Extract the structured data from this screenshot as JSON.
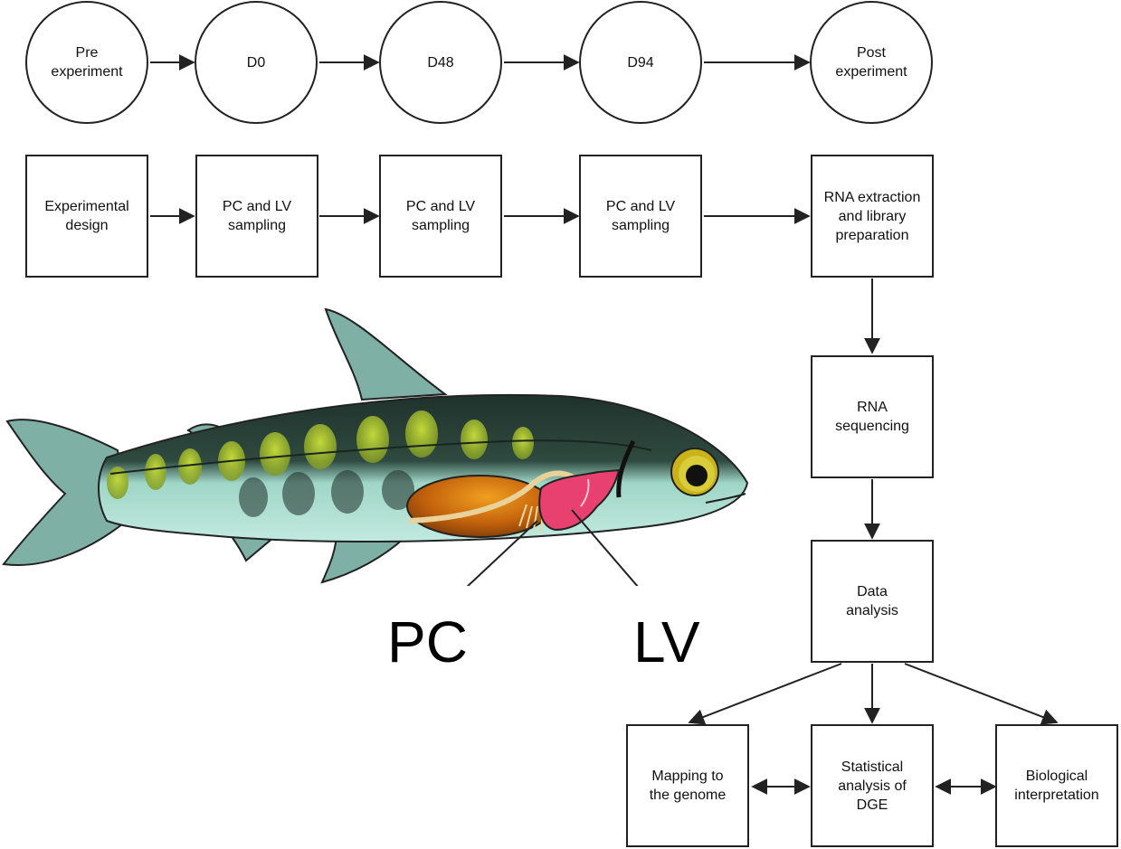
{
  "timeline": {
    "pre": "Pre\nexperiment",
    "d0": "D0",
    "d48": "D48",
    "d94": "D94",
    "post": "Post\nexperiment"
  },
  "steps": {
    "design": "Experimental\ndesign",
    "sampling_1": "PC and LV\nsampling",
    "sampling_2": "PC and LV\nsampling",
    "sampling_3": "PC and LV\nsampling",
    "rna_extraction": "RNA extraction\nand library\npreparation",
    "rna_seq": "RNA\nsequencing",
    "data_analysis": "Data\nanalysis",
    "mapping": "Mapping to\nthe genome",
    "statistical": "Statistical\nanalysis of\nDGE",
    "biological": "Biological\ninterpretation"
  },
  "labels": {
    "pc": "PC",
    "lv": "LV"
  },
  "colors": {
    "stroke": "#222222",
    "fish_back": "#263a32",
    "fish_belly": "#b8e6d8",
    "fish_spots": "#a7c22e",
    "fin": "#7fb0a6",
    "pyloric_caeca": "#c96a12",
    "liver": "#e8416f",
    "eye_ring": "#c9b21a"
  },
  "icons": [
    "fish-illustration",
    "arrow-icon"
  ]
}
